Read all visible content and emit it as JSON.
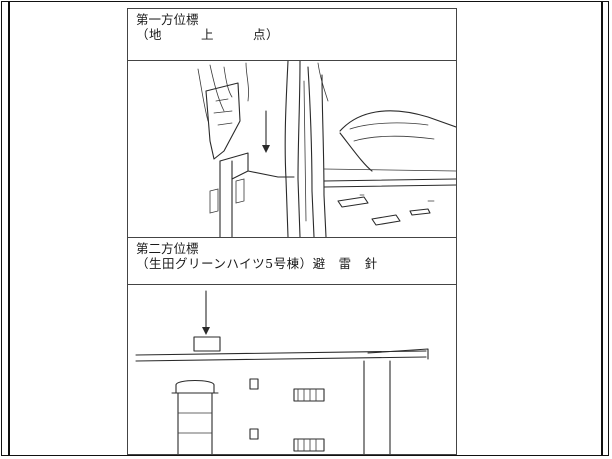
{
  "marker1": {
    "heading": "第一方位標",
    "sub": "（地　　　上　　　点）"
  },
  "marker2": {
    "heading": "第二方位標",
    "sub": "（生田グリーンハイツ5号棟）避　雷　針"
  }
}
